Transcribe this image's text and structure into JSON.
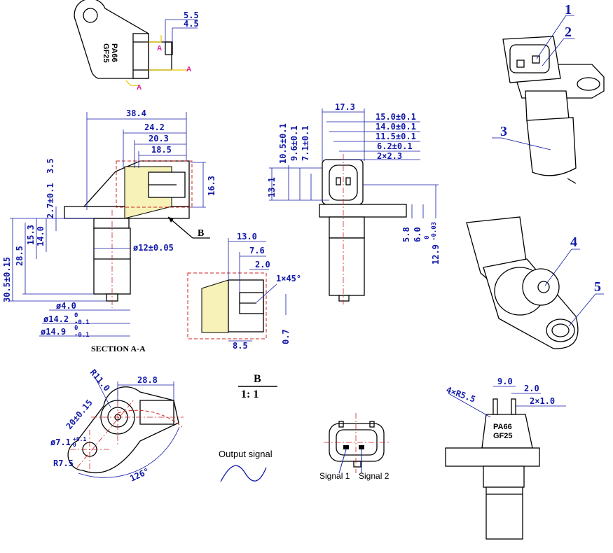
{
  "colors": {
    "dimension": "#1018a8",
    "centerline": "#d02020",
    "section_fill": "#f7f2b8",
    "marker": "#e0189c"
  },
  "top_view": {
    "marks": [
      "PA66",
      "GF25"
    ],
    "section_letters": [
      "A",
      "A",
      "A"
    ],
    "dims": [
      "5.5",
      "4.5"
    ]
  },
  "side_view": {
    "horizontal_dims": [
      "38.4",
      "24.2",
      "20.3",
      "18.5"
    ],
    "right_dim": "16.3",
    "vertical_dims": [
      "2.7±0.1",
      "3.5",
      "15.3",
      "14.0",
      "30.5±0.15",
      "28.5"
    ],
    "diameters": [
      "ø12±0.05",
      "ø4.0",
      "ø14.2",
      "ø14.9"
    ],
    "tolerances": {
      "d142_upper": "0",
      "d142_lower": "-0.1",
      "d149_upper": "0",
      "d149_lower": "-0.1"
    },
    "detail_label": "B",
    "section_label": "SECTION A-A"
  },
  "detail_b": {
    "dims": [
      "13.0",
      "7.6",
      "2.0",
      "1×45°",
      "8.5",
      "0.7"
    ]
  },
  "front_view": {
    "top_dims": [
      "17.3",
      "15.0±0.1",
      "14.0±0.1",
      "11.5±0.1",
      "6.2±0.1",
      "2×2.3"
    ],
    "left_dims": [
      "10.5±0.1",
      "9.6±0.1",
      "7.1±0.1",
      "13.1"
    ],
    "right_dims": [
      "5.8",
      "6.0",
      "12.9"
    ],
    "right_tol": {
      "upper": "0",
      "lower": "-0.03"
    }
  },
  "iso_callouts": [
    "1",
    "2",
    "3",
    "4",
    "5"
  ],
  "flange_view": {
    "dims": [
      "R11.0",
      "28.8",
      "20±0.15",
      "ø7.1",
      "R7.5",
      "126°"
    ],
    "tol": {
      "upper": "+0.1",
      "lower": "0"
    }
  },
  "scale_note": {
    "letter": "B",
    "scale": "1: 1"
  },
  "output": {
    "title": "Output signal",
    "signal1": "Signal 1",
    "signal2": "Signal 2"
  },
  "bottom_right": {
    "dims": [
      "9.0",
      "2.0",
      "2×1.0",
      "4×R5.5"
    ],
    "marks": [
      "PA66",
      "GF25"
    ]
  }
}
